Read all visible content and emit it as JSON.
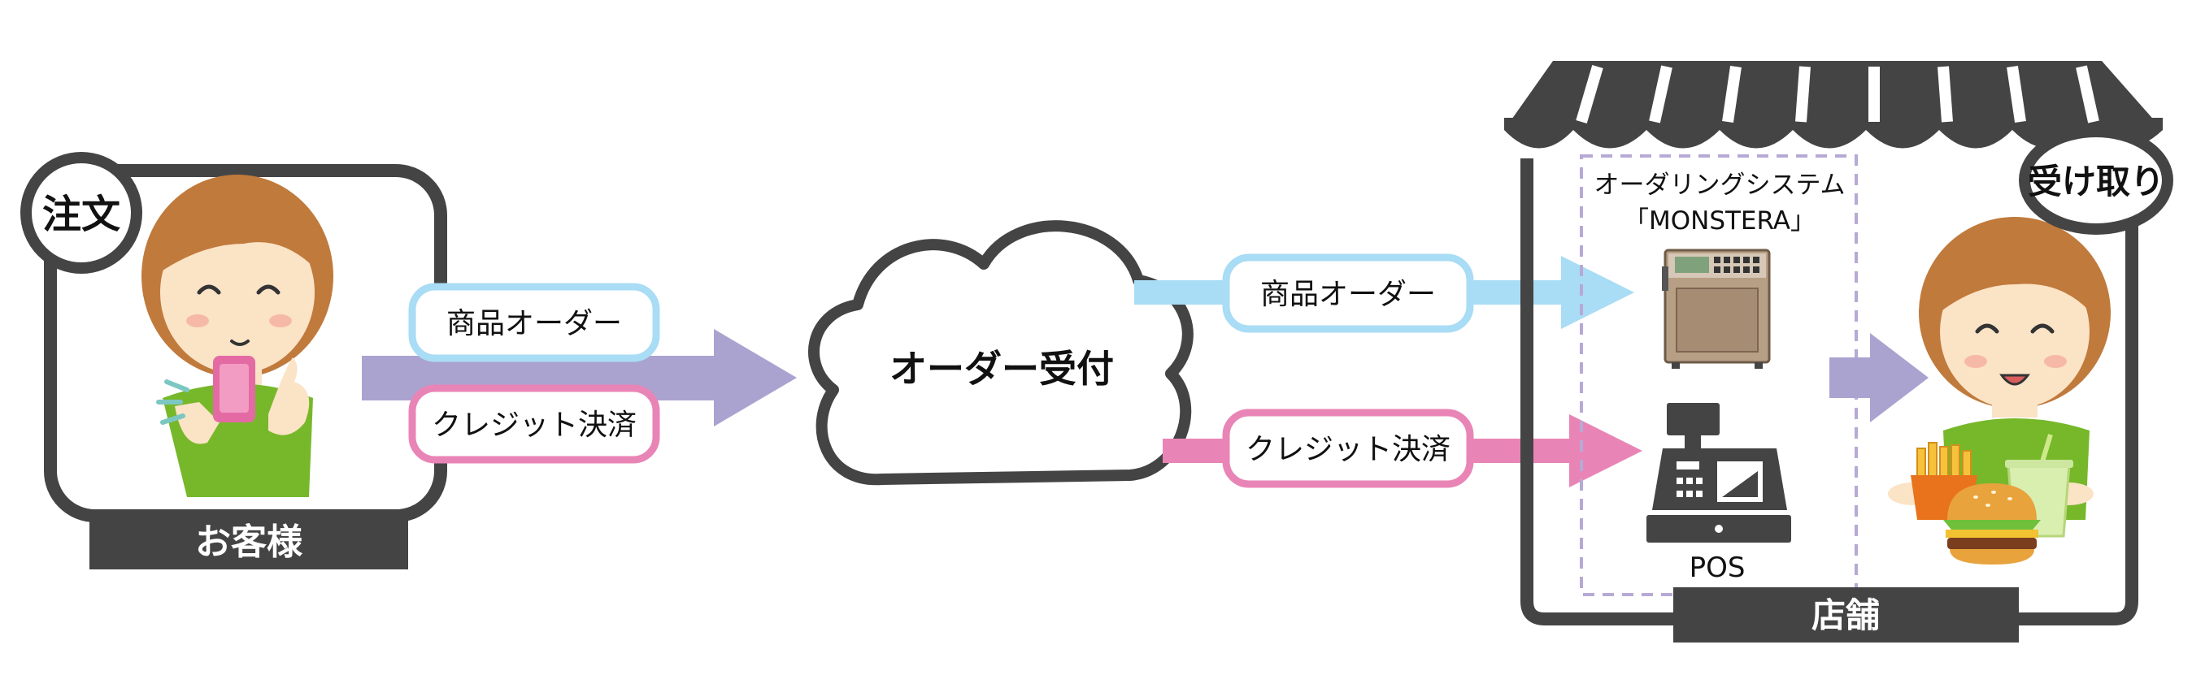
{
  "customer": {
    "badge": "注文",
    "caption": "お客様"
  },
  "left_labels": {
    "product_order": "商品オーダー",
    "credit_payment": "クレジット決済"
  },
  "cloud": {
    "label": "オーダー受付"
  },
  "right_labels": {
    "product_order": "商品オーダー",
    "credit_payment": "クレジット決済"
  },
  "store": {
    "system_line1": "オーダリングシステム",
    "system_line2": "「MONSTERA」",
    "pos_label": "POS",
    "pickup_badge": "受け取り",
    "caption": "店舗"
  },
  "colors": {
    "frame": "#444444",
    "purple_arrow": "#aaa3d0",
    "blue": "#a9dcf5",
    "pink": "#e985b6",
    "shirt": "#76b82a",
    "hair": "#c07a3c",
    "skin": "#fbe3c6",
    "dashed": "#b7a9d6"
  }
}
